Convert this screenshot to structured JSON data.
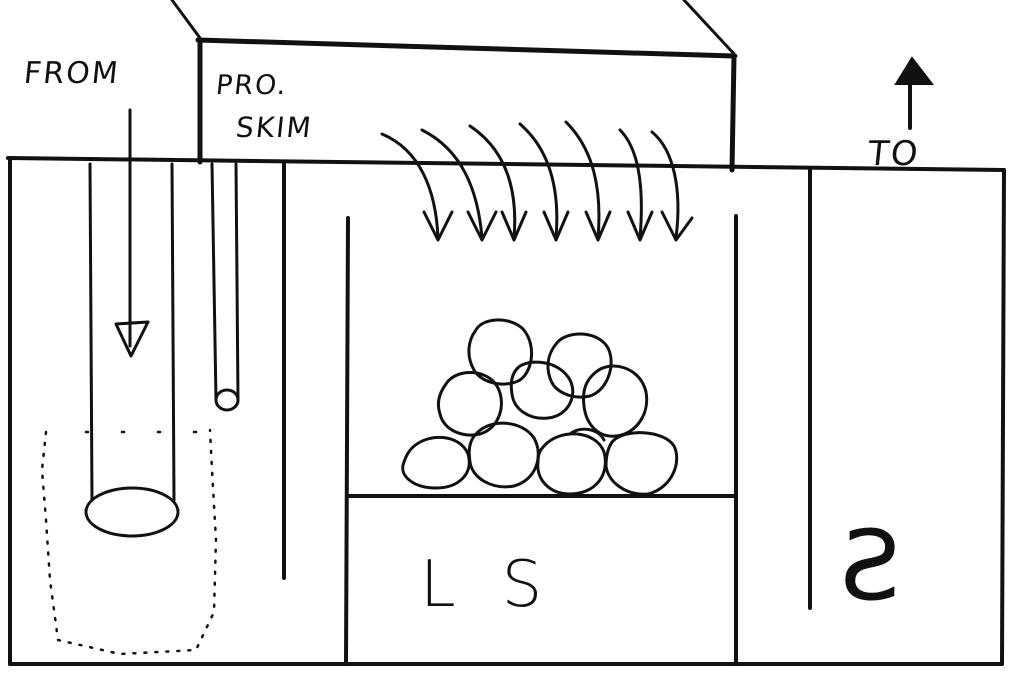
{
  "labels": {
    "from": "FROM",
    "to": "TO",
    "pro": "PRO.",
    "skim": "SKIM",
    "ls": "LS",
    "sump_symbol": "Ƨ"
  },
  "colors": {
    "ink": "#111111",
    "background": "#ffffff"
  }
}
